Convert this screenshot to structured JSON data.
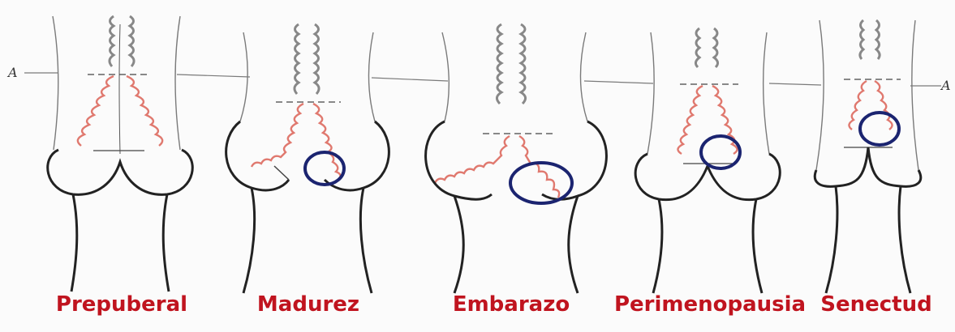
{
  "colors": {
    "label": "#c0141f",
    "outline": "#222222",
    "fine_line": "#7a7a7a",
    "mucosa": "#e0796f",
    "highlight": "#1b2470"
  },
  "reference_lines": {
    "left_letter": "A",
    "right_letter": "A"
  },
  "stages": [
    {
      "label": "Prepuberal",
      "highlight_circle": false
    },
    {
      "label": "Madurez",
      "highlight_circle": true
    },
    {
      "label": "Embarazo",
      "highlight_circle": true
    },
    {
      "label": "Perimenopausia",
      "highlight_circle": true
    },
    {
      "label": "Senectud",
      "highlight_circle": true
    }
  ]
}
